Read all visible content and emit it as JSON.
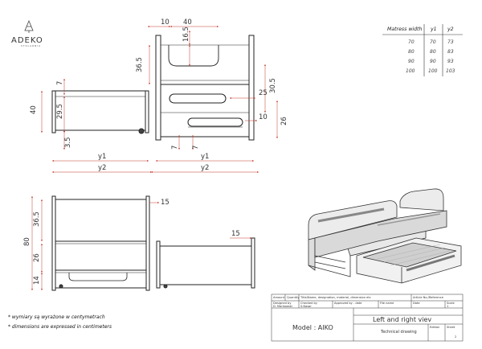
{
  "brand": {
    "name": "ADEKO",
    "tagline": "STOLARNIA"
  },
  "mattress_table": {
    "headers": [
      "Matress width",
      "y1",
      "y2"
    ],
    "rows": [
      [
        "70",
        "70",
        "73"
      ],
      [
        "80",
        "80",
        "83"
      ],
      [
        "90",
        "90",
        "93"
      ],
      [
        "100",
        "100",
        "103"
      ]
    ]
  },
  "dimensions": {
    "d10_top": "10",
    "d40_top": "40",
    "d165": "16.5",
    "d365_front": "36.5",
    "d305": "30.5",
    "d25": "25",
    "d10_right": "10",
    "d26_right": "26",
    "d7_bottom": "7",
    "d7_bottom2": "7",
    "y1_front": "y1",
    "y2_front": "y2",
    "d7_side": "7",
    "d40_side": "40",
    "d295": "29.5",
    "d35": "3.5",
    "y1_side": "y1",
    "y2_side": "y2",
    "d15_left": "15",
    "d365_low": "36.5",
    "d80": "80",
    "d26_low": "26",
    "d14": "14",
    "d15_right": "15"
  },
  "notes": {
    "pl": "* wymiary są wyrażone w centymetrach",
    "en": "* dimensions are expressed in centimeters"
  },
  "title_block": {
    "amount": "Amount",
    "quantity": "Quantity",
    "title_desc": "Title/Name, designation, material, dimension etc",
    "article": "Article No./Reference",
    "designed_by": "Designed by",
    "designer": "D. Markowski",
    "checked_by": "Checked by",
    "checker": "S.Nasar",
    "approved_by": "Approved by - date",
    "file_name": "File name",
    "date": "Date",
    "scale": "Scale",
    "scale_val": "1",
    "model": "Model : AIKO",
    "view_title": "Left and right viev",
    "technical": "Technical drawing",
    "edition": "Edition",
    "sheet": "Sheet",
    "sheet_val": "2"
  }
}
